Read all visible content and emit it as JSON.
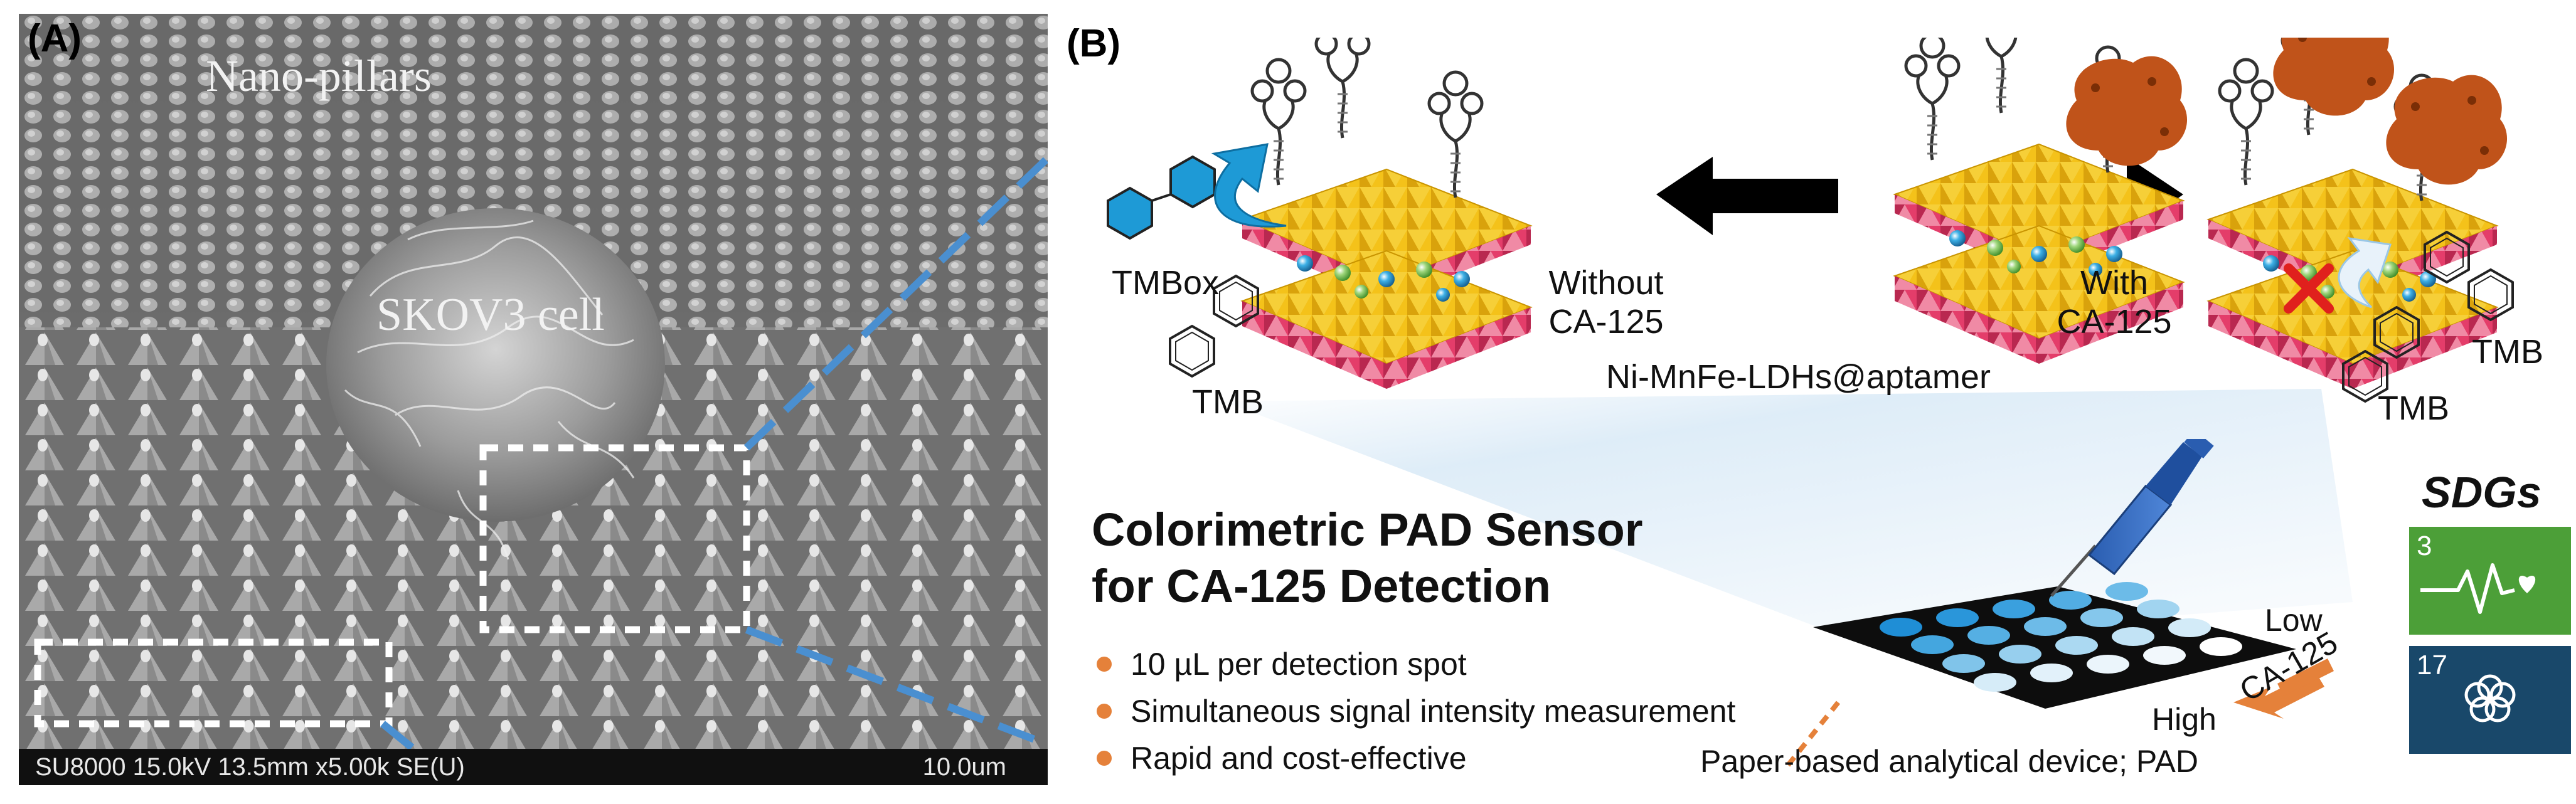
{
  "panel_a": {
    "label": "(A)",
    "nano_pillars": "Nano-pillars",
    "cell": "SKOV3 cell",
    "info_bar": "SU8000 15.0kV 13.5mm x5.00k SE(U)",
    "scale_bar": "10.0um"
  },
  "panel_b": {
    "label": "(B)",
    "tmbox": "TMBox",
    "tmb_left": "TMB",
    "without_line1": "Without",
    "without_line2": "CA-125",
    "with_line1": "With",
    "with_line2": "CA-125",
    "center_label": "Ni-MnFe-LDHs@aptamer",
    "tmb_right1": "TMB",
    "tmb_right2": "TMB",
    "title_line1": "Colorimetric PAD Sensor",
    "title_line2": "for CA-125 Detection",
    "bullets": [
      "10 µL per detection spot",
      "Simultaneous signal intensity measurement",
      "Rapid and cost-effective"
    ],
    "low": "Low",
    "high": "High",
    "ca125_axis": "CA-125",
    "pad_caption": "Paper-based analytical device; PAD",
    "sdgs_title": "SDGs",
    "sdg3_number": "3",
    "sdg17_number": "17"
  },
  "colors": {
    "sdg3": "#4c9f38",
    "sdg17": "#19486a",
    "arrow_blue": "#1e9ad6",
    "bullet_orange": "#e5813a",
    "crystal_yellow": "#f4c21a",
    "crystal_pink": "#e43d6a",
    "cancer_cell": "#c0531a",
    "dashed_blue": "#4a8fd0"
  }
}
